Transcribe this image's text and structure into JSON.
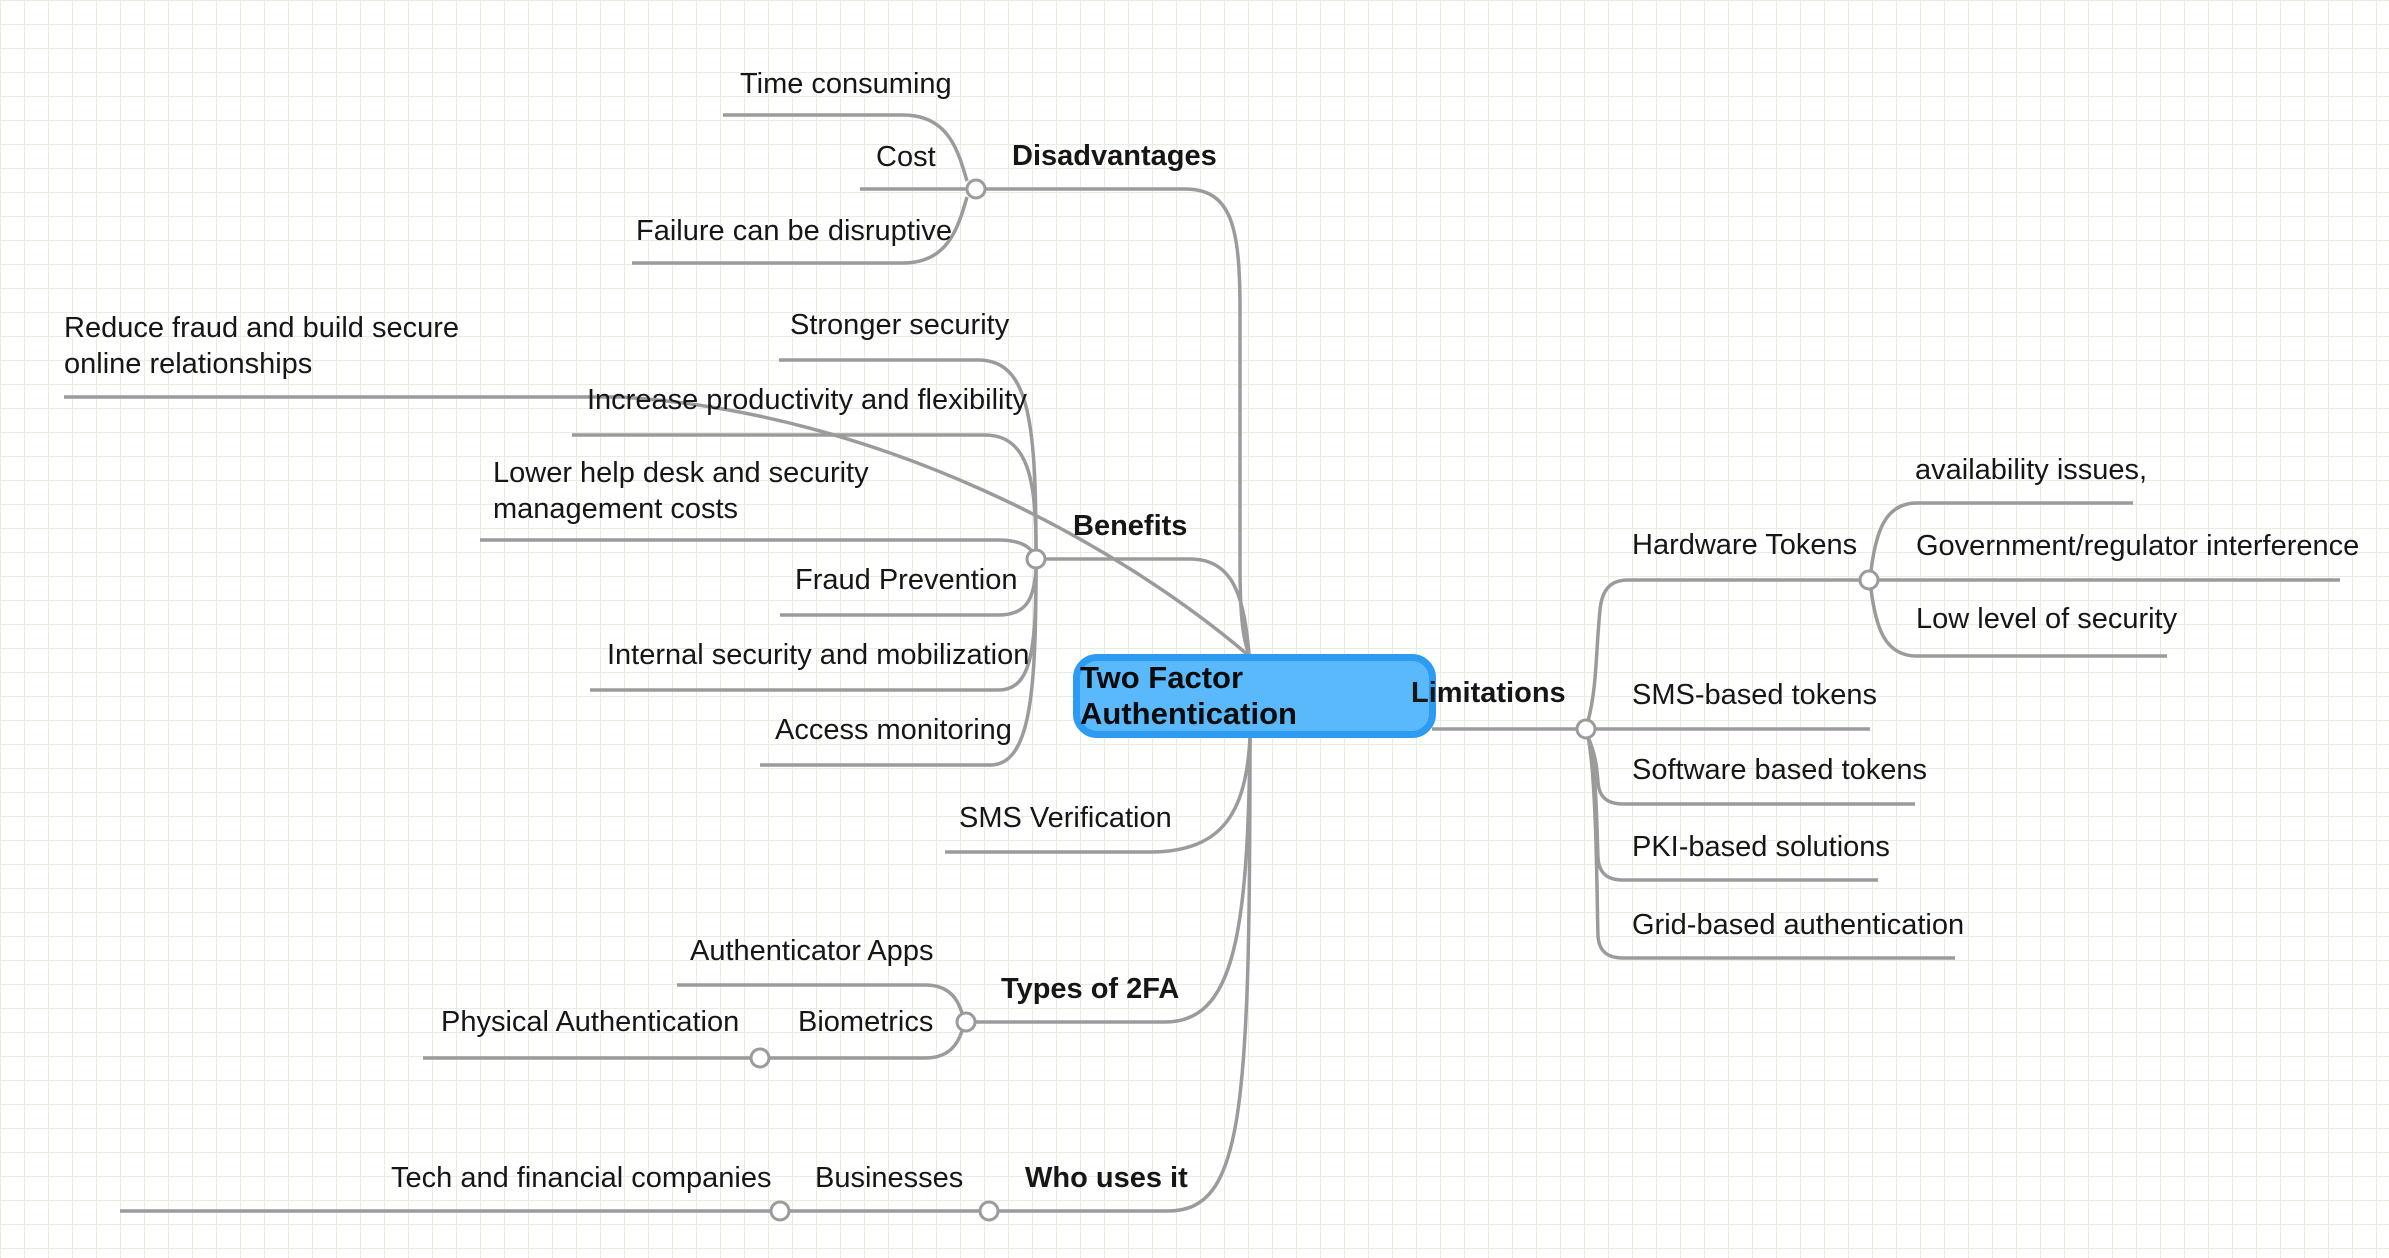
{
  "root": {
    "label": "Two Factor Authentication"
  },
  "colors": {
    "root_fill": "#5ab9fa",
    "root_border": "#2e9bf2",
    "line": "#9b9b9b",
    "text": "#161616",
    "grid": "#e6eede",
    "background": "#ffffff"
  },
  "branches": {
    "disadvantages": {
      "label": "Disadvantages",
      "children": {
        "time_consuming": {
          "label": "Time consuming"
        },
        "cost": {
          "label": "Cost"
        },
        "failure": {
          "label": "Failure can be disruptive"
        }
      }
    },
    "reduce_fraud": {
      "label": "Reduce fraud and build secure online relationships"
    },
    "benefits": {
      "label": "Benefits",
      "children": {
        "stronger_security": {
          "label": "Stronger security"
        },
        "increase_productivity": {
          "label": "Increase productivity and flexibility"
        },
        "lower_costs": {
          "label": "Lower help desk and security management costs"
        },
        "fraud_prevention": {
          "label": "Fraud Prevention"
        },
        "internal_security": {
          "label": "Internal security and mobilization"
        },
        "access_monitoring": {
          "label": "Access monitoring"
        }
      }
    },
    "sms_verification": {
      "label": "SMS Verification"
    },
    "types_of_2fa": {
      "label": "Types of 2FA",
      "children": {
        "authenticator_apps": {
          "label": "Authenticator Apps"
        },
        "biometrics": {
          "label": "Biometrics",
          "children": {
            "physical_authentication": {
              "label": "Physical Authentication"
            }
          }
        }
      }
    },
    "who_uses_it": {
      "label": "Who uses it",
      "children": {
        "businesses": {
          "label": "Businesses",
          "children": {
            "tech_financial": {
              "label": "Tech and financial companies"
            }
          }
        }
      }
    },
    "limitations": {
      "label": "Limitations",
      "children": {
        "hardware_tokens": {
          "label": "Hardware Tokens",
          "children": {
            "availability": {
              "label": "availability issues,"
            },
            "government": {
              "label": "Government/regulator interference"
            },
            "low_security": {
              "label": "Low level of security"
            }
          }
        },
        "sms_tokens": {
          "label": "SMS-based tokens"
        },
        "software_tokens": {
          "label": "Software based tokens"
        },
        "pki": {
          "label": "PKI-based solutions"
        },
        "grid_auth": {
          "label": "Grid-based authentication"
        }
      }
    }
  }
}
